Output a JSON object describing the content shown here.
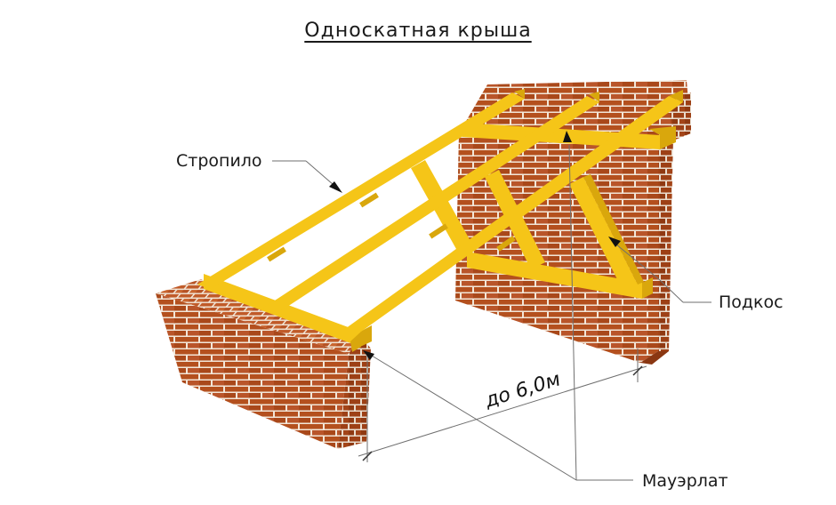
{
  "title": "Односкатная крыша",
  "labels": {
    "rafter": "Стропило",
    "strut": "Подкос",
    "wall_plate": "Мауэрлат",
    "span": "до 6,0м"
  },
  "colors": {
    "brick": "#b4501e",
    "mortar": "#f2e6d8",
    "timber": "#f5c518",
    "timber_dark": "#d9a70c",
    "leader": "#6f6f6f"
  }
}
